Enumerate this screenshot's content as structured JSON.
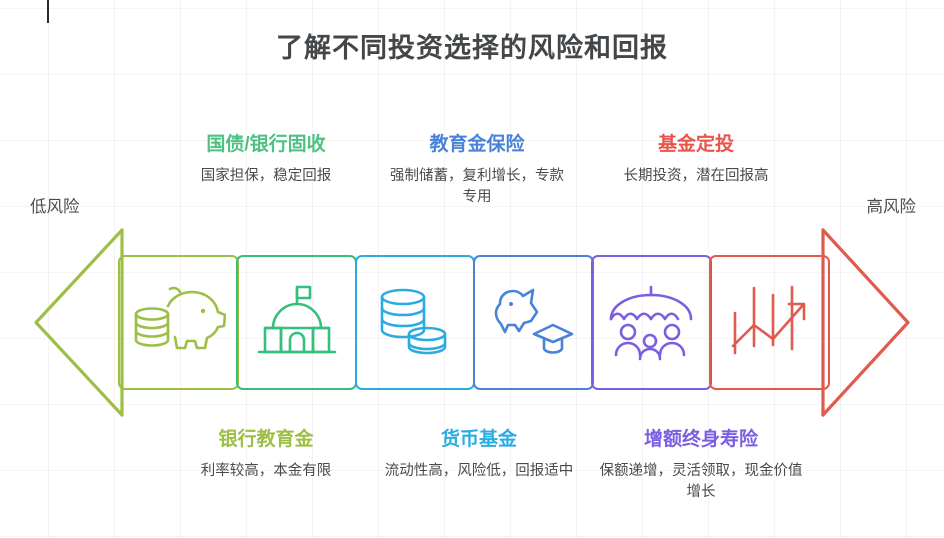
{
  "title": "了解不同投资选择的风险和回报",
  "axis": {
    "low_label": "低风险",
    "high_label": "高风险",
    "low_color": "#9cbf45",
    "high_color": "#e05a4e"
  },
  "items": [
    {
      "position": "top",
      "title": "国债/银行固收",
      "desc": "国家担保，稳定回报",
      "color": "#4fc183",
      "box_color": "#9cbf45",
      "icon": "piggy-bank-coins-icon"
    },
    {
      "position": "bottom",
      "title": "银行教育金",
      "desc": "利率较高，本金有限",
      "color": "#9cbf45",
      "box_color": "#35bf7f",
      "icon": "bank-building-icon"
    },
    {
      "position": "top",
      "title": "教育金保险",
      "desc": "强制储蓄，复利增长，专款专用",
      "color": "#4a82d8",
      "box_color": "#2aace2",
      "icon": "coin-stack-icon"
    },
    {
      "position": "bottom",
      "title": "货币基金",
      "desc": "流动性高，风险低，回报适中",
      "color": "#2aace2",
      "box_color": "#4a82d8",
      "icon": "piggy-graduation-cap-icon"
    },
    {
      "position": "top",
      "title": "基金定投",
      "desc": "长期投资，潜在回报高",
      "color": "#e8544a",
      "box_color": "#7b5fe0",
      "icon": "family-umbrella-icon"
    },
    {
      "position": "bottom",
      "title": "增额终身寿险",
      "desc": "保额递增，灵活领取，现金价值增长",
      "color": "#7b5fe0",
      "box_color": "#e05a4e",
      "icon": "rising-chart-icon"
    }
  ],
  "annotations_top": [
    {
      "title": "国债/银行固收",
      "desc": "国家担保，稳定回报",
      "color": "#4fc183"
    },
    {
      "title": "教育金保险",
      "desc": "强制储蓄，复利增长，专款专用",
      "color": "#4a82d8"
    },
    {
      "title": "基金定投",
      "desc": "长期投资，潜在回报高",
      "color": "#e8544a"
    }
  ],
  "annotations_bottom": [
    {
      "title": "银行教育金",
      "desc": "利率较高，本金有限",
      "color": "#9cbf45"
    },
    {
      "title": "货币基金",
      "desc": "流动性高，风险低，回报适中",
      "color": "#2aace2"
    },
    {
      "title": "增额终身寿险",
      "desc": "保额递增，灵活领取，现金价值增长",
      "color": "#7b5fe0"
    }
  ],
  "boxes": [
    {
      "icon": "piggy-bank-coins-icon",
      "color": "#9cbf45"
    },
    {
      "icon": "bank-building-icon",
      "color": "#35bf7f"
    },
    {
      "icon": "coin-stack-icon",
      "color": "#2aace2"
    },
    {
      "icon": "piggy-graduation-cap-icon",
      "color": "#4a82d8"
    },
    {
      "icon": "family-umbrella-icon",
      "color": "#7b5fe0"
    },
    {
      "icon": "rising-chart-icon",
      "color": "#e05a4e"
    }
  ]
}
